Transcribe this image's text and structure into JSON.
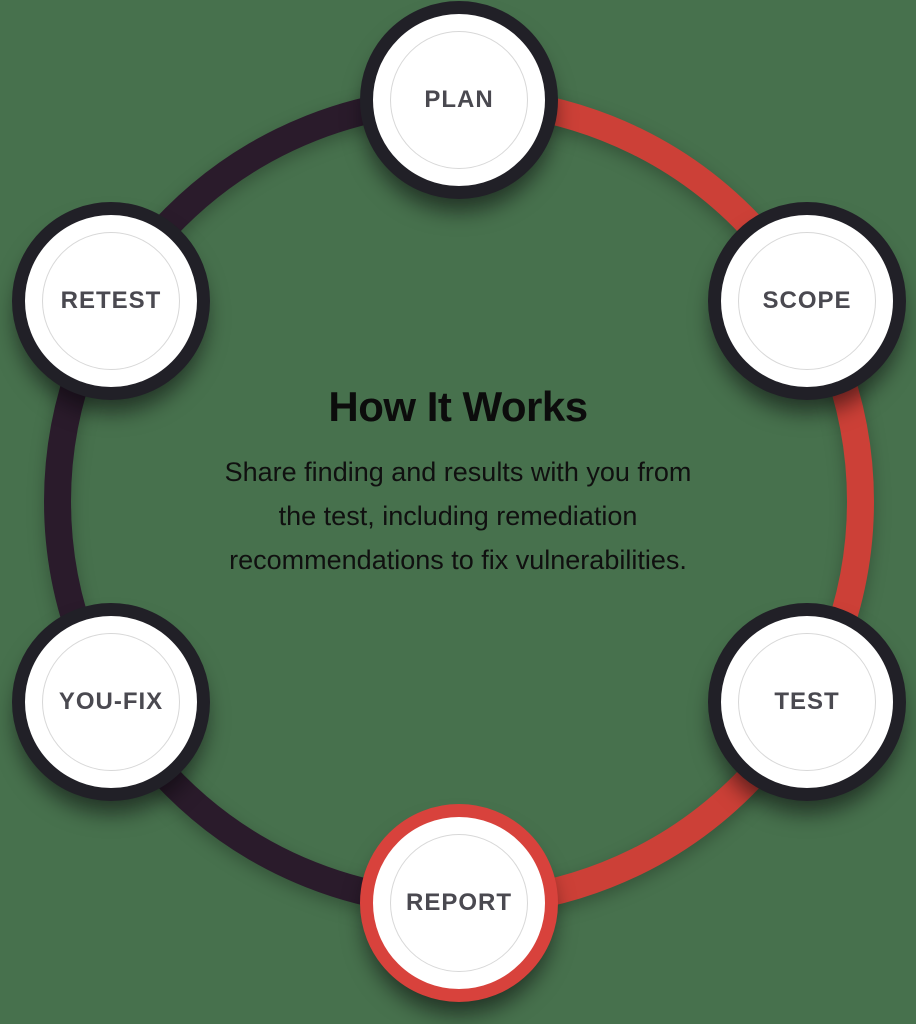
{
  "heading": {
    "title": "How It Works",
    "description_lines": [
      "Share finding and results with you from",
      "the test, including remediation",
      "recommendations to fix vulnerabilities."
    ]
  },
  "steps": [
    {
      "label": "PLAN",
      "variant": "dark"
    },
    {
      "label": "SCOPE",
      "variant": "dark"
    },
    {
      "label": "TEST",
      "variant": "dark"
    },
    {
      "label": "REPORT",
      "variant": "red"
    },
    {
      "label": "YOU-FIX",
      "variant": "dark"
    },
    {
      "label": "RETEST",
      "variant": "dark"
    }
  ],
  "colors": {
    "background": "#47714d",
    "arc_red": "#cc4037",
    "arc_dark": "#2a1b2b",
    "node_border_dark": "#212027",
    "node_border_red": "#d8423c",
    "node_fill": "#ffffff",
    "inner_ring": "#d8d8d8",
    "step_label_text": "#4a4950",
    "heading_text": "#0c0c0c"
  }
}
